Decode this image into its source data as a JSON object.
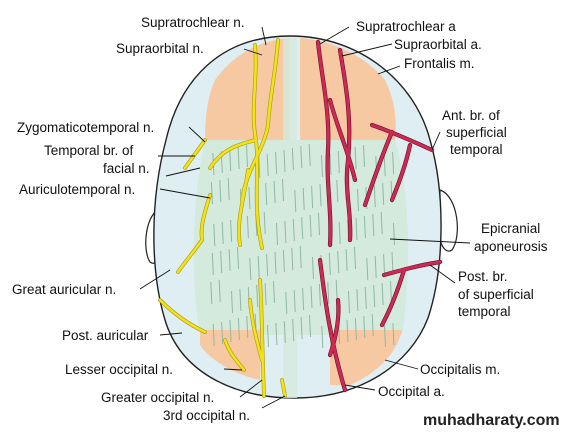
{
  "labels_left": {
    "supratrochlear_n": "Supratrochlear n.",
    "supraorbital_n": "Supraorbital n.",
    "zygomaticotemporal_n": "Zygomaticotemporal n.",
    "temporal_br_facial_1": "Temporal br. of",
    "temporal_br_facial_2": "facial n.",
    "auriculotemporal_n": "Auriculotemporal n.",
    "great_auricular_n": "Great auricular n.",
    "post_auricular": "Post. auricular",
    "lesser_occipital_n": "Lesser occipital n.",
    "greater_occipital_n": "Greater occipital n.",
    "third_occipital_n": "3rd occipital n."
  },
  "labels_right": {
    "supratrochlear_a": "Supratrochlear a",
    "supraorbital_a": "Supraorbital a.",
    "frontalis_m": "Frontalis m.",
    "ant_br_1": "Ant. br. of",
    "ant_br_2": "superficial",
    "ant_br_3": "temporal",
    "epicranial_1": "Epicranial",
    "epicranial_2": "aponeurosis",
    "post_br_1": "Post. br.",
    "post_br_2": "of superficial",
    "post_br_3": "temporal",
    "occipitalis_m": "Occipitalis m.",
    "occipital_a": "Occipital a."
  },
  "watermark": "muhadharaty.com",
  "colors": {
    "aponeurosis": "#d4eadd",
    "muscle": "#f6c9a3",
    "temporal_area": "#dfeef3",
    "nerve": "#f2e21a",
    "artery": "#cc2a55"
  }
}
